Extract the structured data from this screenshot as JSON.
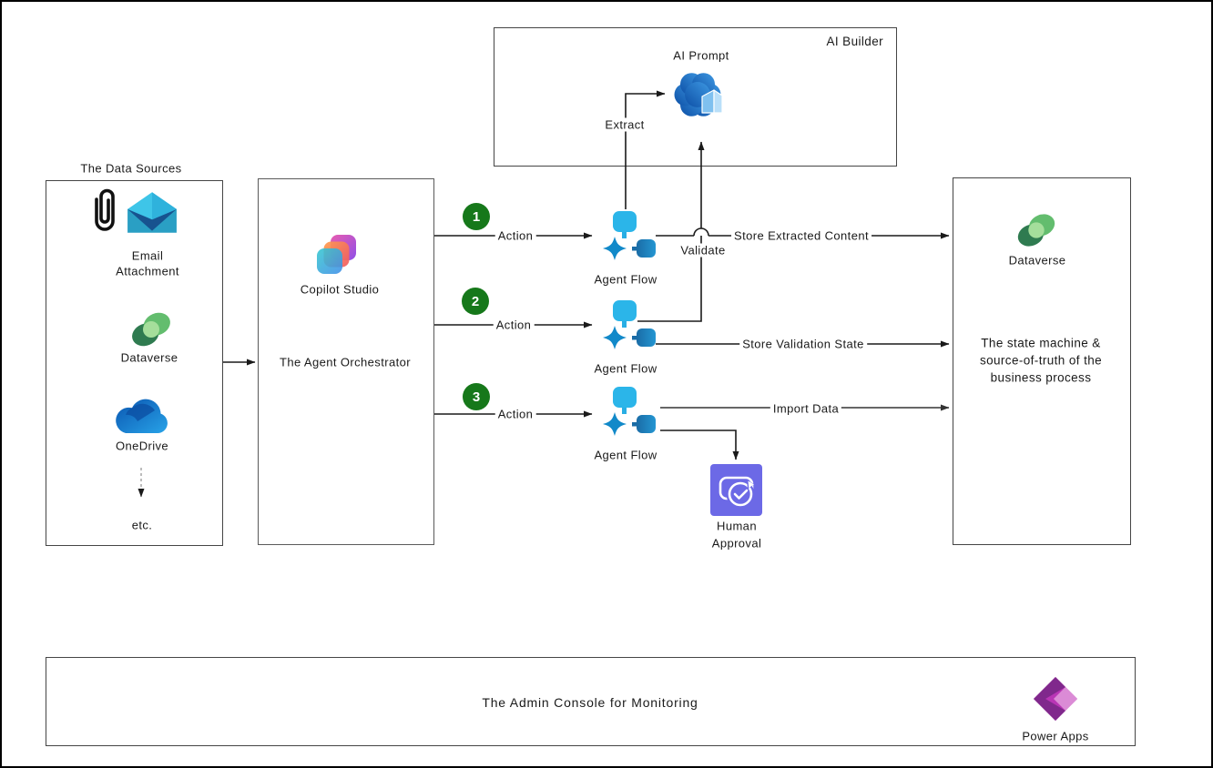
{
  "ai_builder": {
    "box_label": "AI Builder",
    "prompt_label": "AI Prompt"
  },
  "connector_labels": {
    "extract": "Extract",
    "validate": "Validate",
    "store_extracted": "Store Extracted Content",
    "store_validation": "Store Validation State",
    "import_data": "Import Data"
  },
  "steps": [
    {
      "num": "1",
      "action": "Action"
    },
    {
      "num": "2",
      "action": "Action"
    },
    {
      "num": "3",
      "action": "Action"
    }
  ],
  "data_sources": {
    "title": "The Data Sources",
    "email_line1": "Email",
    "email_line2": "Attachment",
    "dataverse_label": "Dataverse",
    "onedrive_label": "OneDrive",
    "etc_label": "etc."
  },
  "copilot": {
    "product_label": "Copilot Studio",
    "role_label": "The Agent Orchestrator"
  },
  "agent_flows": [
    {
      "label": "Agent Flow"
    },
    {
      "label": "Agent Flow"
    },
    {
      "label": "Agent Flow"
    }
  ],
  "human_approval": {
    "line1": "Human",
    "line2": "Approval"
  },
  "dataverse_box": {
    "product_label": "Dataverse",
    "desc_line1": "The state machine &",
    "desc_line2": "source-of-truth of the",
    "desc_line3": "business process"
  },
  "admin": {
    "label": "The Admin Console for Monitoring",
    "product_label": "Power Apps"
  },
  "colors": {
    "step_green": "#16781A",
    "approval_purple": "#6C69E6",
    "flow_light_blue": "#2BB5E9",
    "flow_mid_blue": "#1189C9",
    "flow_dark_blue": "#1A6CA6",
    "ai_prompt_blue_dark": "#0D4FA6",
    "ai_prompt_blue_light": "#3D98E2",
    "line_black": "#1a1a1a"
  }
}
